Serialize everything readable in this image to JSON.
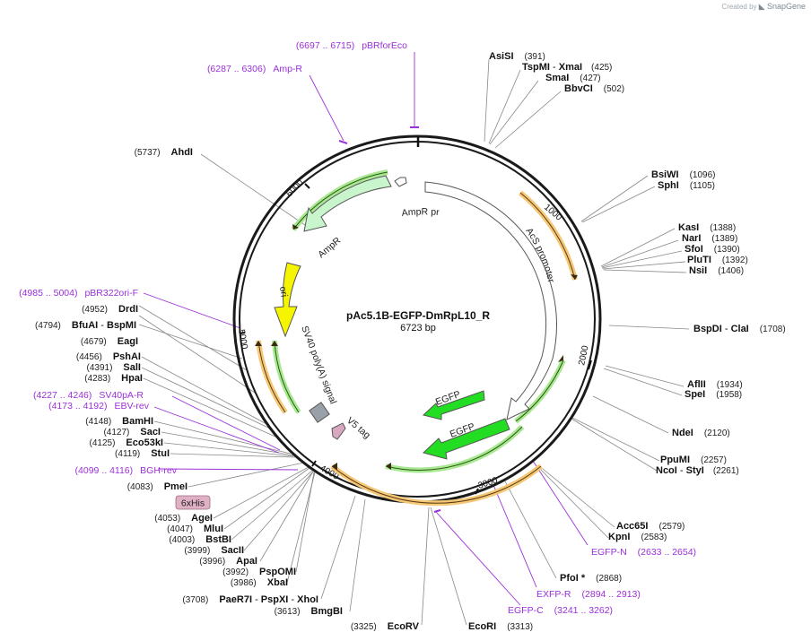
{
  "watermark": {
    "prefix": "Created by",
    "brand": "SnapGene"
  },
  "plasmid": {
    "name": "pAc5.1B-EGFP-DmRpL10_R",
    "length_label": "6723 bp",
    "length": 6723
  },
  "tick_labels": [
    "1000",
    "2000",
    "3000",
    "4000",
    "5000",
    "6000"
  ],
  "colors": {
    "primer": "#9b30d9",
    "egfp": "#22dd22",
    "ori": "#f5f500",
    "ampr": "#c8f5cc",
    "promoter": "#ffffff",
    "polyA": "#99a0a8",
    "v5": "#d8a8c0",
    "tag_6xhis": "#e0b0c4",
    "orange_arc": "#f0b450",
    "green_arc": "#8ad86a"
  },
  "features": [
    {
      "name": "AmpR promoter",
      "kind": "promoter"
    },
    {
      "name": "AmpR",
      "kind": "cds"
    },
    {
      "name": "ori",
      "kind": "origin"
    },
    {
      "name": "AcS promoter",
      "kind": "promoter"
    },
    {
      "name": "SV40 poly(A) signal",
      "kind": "terminator"
    },
    {
      "name": "V5 tag",
      "kind": "tag"
    },
    {
      "name": "EGFP",
      "kind": "cds"
    },
    {
      "name": "EGFP",
      "kind": "cds"
    }
  ],
  "tag_label": "6xHis",
  "enzymes": [
    {
      "name": "AsiSI",
      "pos": "(391)"
    },
    {
      "name": "TspMI",
      "name2": "XmaI",
      "pos": "(425)"
    },
    {
      "name": "SmaI",
      "pos": "(427)"
    },
    {
      "name": "BbvCI",
      "pos": "(502)"
    },
    {
      "name": "BsiWI",
      "pos": "(1096)"
    },
    {
      "name": "SphI",
      "pos": "(1105)"
    },
    {
      "name": "KasI",
      "pos": "(1388)"
    },
    {
      "name": "NarI",
      "pos": "(1389)"
    },
    {
      "name": "SfoI",
      "pos": "(1390)"
    },
    {
      "name": "PluTI",
      "pos": "(1392)"
    },
    {
      "name": "NsiI",
      "pos": "(1406)"
    },
    {
      "name": "BspDI",
      "name2": "ClaI",
      "pos": "(1708)"
    },
    {
      "name": "AflII",
      "pos": "(1934)"
    },
    {
      "name": "SpeI",
      "pos": "(1958)"
    },
    {
      "name": "NdeI",
      "pos": "(2120)"
    },
    {
      "name": "PpuMI",
      "pos": "(2257)"
    },
    {
      "name": "NcoI",
      "name2": "StyI",
      "pos": "(2261)"
    },
    {
      "name": "Acc65I",
      "pos": "(2579)"
    },
    {
      "name": "KpnI",
      "pos": "(2583)"
    },
    {
      "name": "PfoI *",
      "pos": "(2868)"
    },
    {
      "name": "EcoRI",
      "pos": "(3313)"
    },
    {
      "name": "EcoRV",
      "pos": "(3325)"
    },
    {
      "name": "BmgBI",
      "pos": "(3613)"
    },
    {
      "name": "PaeR7I",
      "name2": "PspXI",
      "name3": "XhoI",
      "pos": "(3708)"
    },
    {
      "name": "XbaI",
      "pos": "(3986)"
    },
    {
      "name": "PspOMI",
      "pos": "(3992)"
    },
    {
      "name": "ApaI",
      "pos": "(3996)"
    },
    {
      "name": "SacII",
      "pos": "(3999)"
    },
    {
      "name": "BstBI",
      "pos": "(4003)"
    },
    {
      "name": "MluI",
      "pos": "(4047)"
    },
    {
      "name": "AgeI",
      "pos": "(4053)"
    },
    {
      "name": "PmeI",
      "pos": "(4083)"
    },
    {
      "name": "StuI",
      "pos": "(4119)"
    },
    {
      "name": "Eco53kI",
      "pos": "(4125)"
    },
    {
      "name": "SacI",
      "pos": "(4127)"
    },
    {
      "name": "BamHI",
      "pos": "(4148)"
    },
    {
      "name": "HpaI",
      "pos": "(4283)"
    },
    {
      "name": "SalI",
      "pos": "(4391)"
    },
    {
      "name": "PshAI",
      "pos": "(4456)"
    },
    {
      "name": "EagI",
      "pos": "(4679)"
    },
    {
      "name": "BfuAI",
      "name2": "BspMI",
      "pos": "(4794)"
    },
    {
      "name": "DrdI",
      "pos": "(4952)"
    },
    {
      "name": "AhdI",
      "pos": "(5737)"
    }
  ],
  "primers": [
    {
      "range": "(6697 .. 6715)",
      "name": "pBRforEco"
    },
    {
      "range": "(6287 .. 6306)",
      "name": "Amp-R"
    },
    {
      "range": "(4985 .. 5004)",
      "name": "pBR322ori-F"
    },
    {
      "range": "(4227 .. 4246)",
      "name": "SV40pA-R"
    },
    {
      "range": "(4173 .. 4192)",
      "name": "EBV-rev"
    },
    {
      "range": "(4099 .. 4116)",
      "name": "BGH-rev"
    },
    {
      "name": "EGFP-N",
      "range": "(2633 .. 2654)"
    },
    {
      "name": "EXFP-R",
      "range": "(2894 .. 2913)"
    },
    {
      "name": "EGFP-C",
      "range": "(3241 .. 3262)"
    }
  ]
}
